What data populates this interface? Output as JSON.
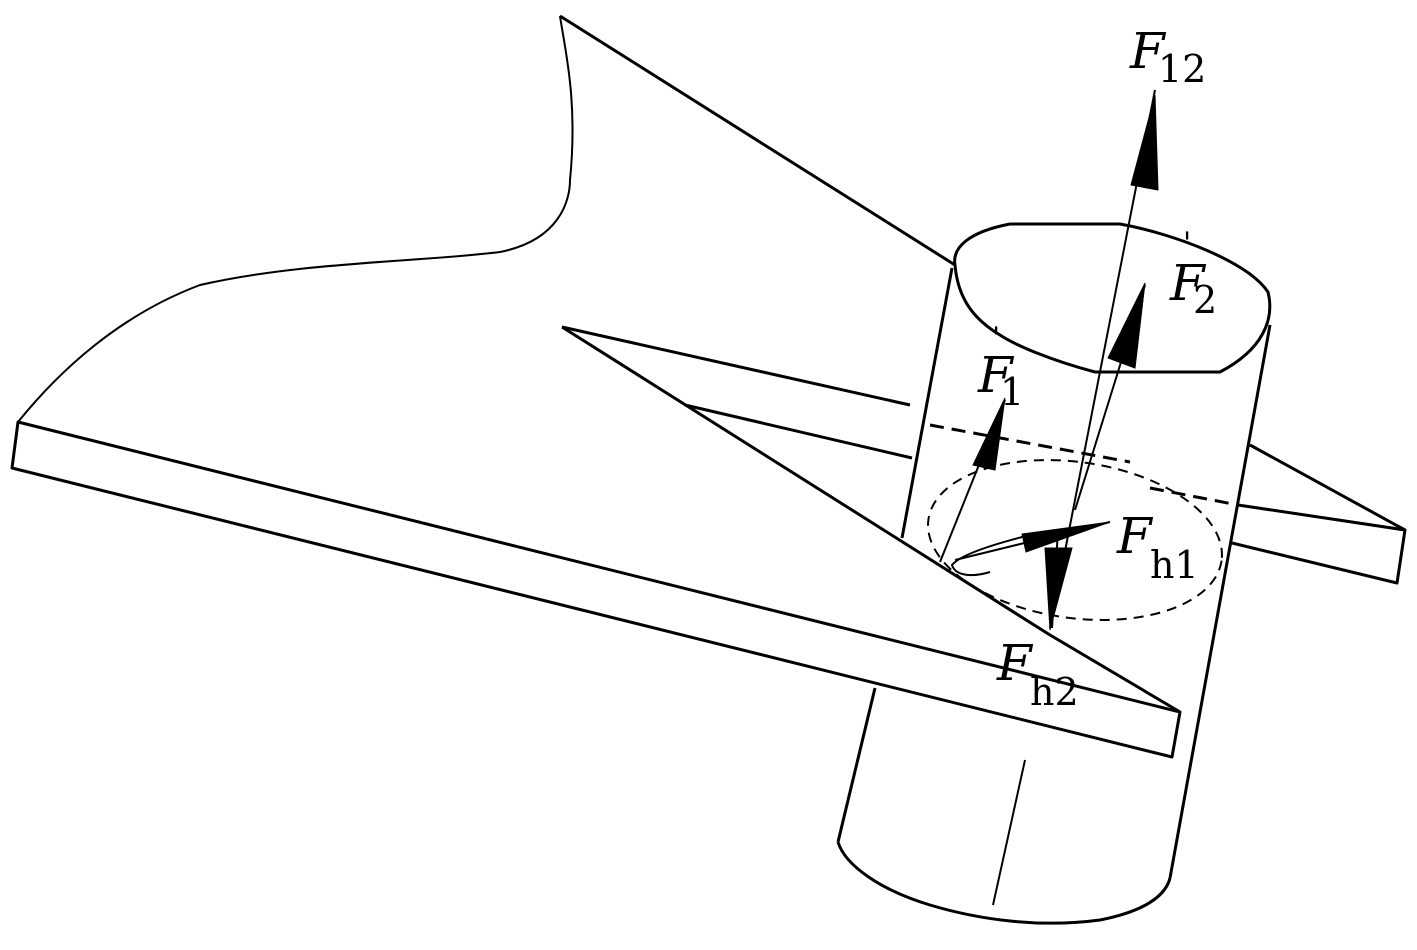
{
  "colors": {
    "line": "#000000",
    "background": "#ffffff"
  },
  "labels": {
    "f12": {
      "main": "F",
      "sub": "12"
    },
    "f2": {
      "main": "F",
      "sub": "2",
      "prime": "'"
    },
    "f1": {
      "main": "F",
      "sub": "1",
      "prime": "'"
    },
    "fh1": {
      "main": "F",
      "sub": "h1"
    },
    "fh2": {
      "main": "F",
      "sub": "h2"
    }
  }
}
